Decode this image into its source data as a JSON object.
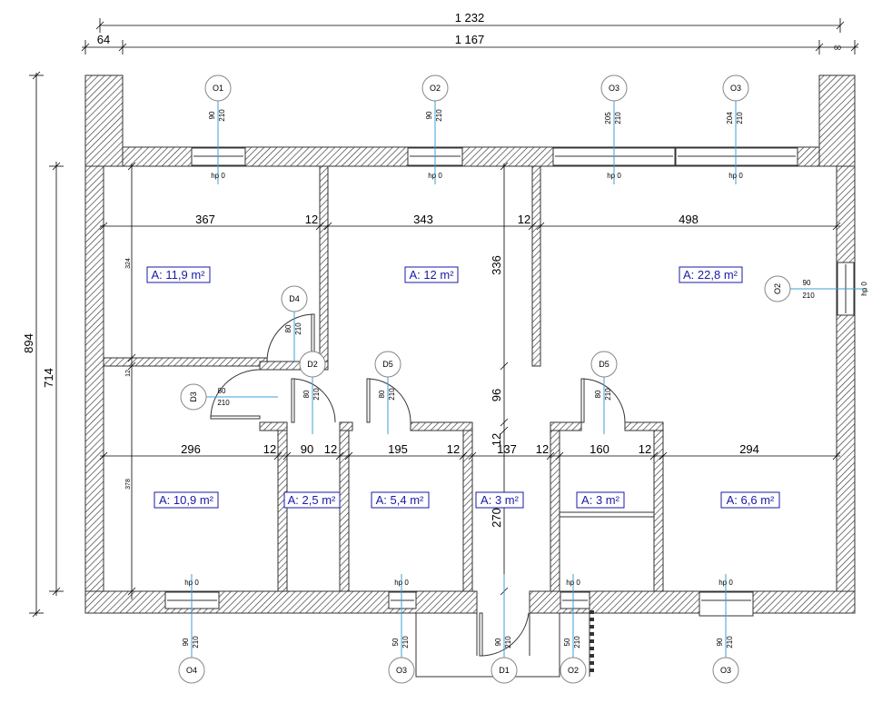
{
  "dimensions": {
    "overall_width": "1 232",
    "inner_width": "1 167",
    "left_wall": "64",
    "right_wall": "60",
    "overall_height": "894",
    "inner_height": "714",
    "top_rooms": [
      "367",
      "12",
      "343",
      "12",
      "498"
    ],
    "bottom_rooms": [
      "296",
      "12",
      "90",
      "12",
      "195",
      "12",
      "137",
      "12",
      "160",
      "12",
      "294"
    ],
    "corridor_upper": "336",
    "corridor_mid": "96",
    "corridor_wall": "12",
    "corridor_lower": "270",
    "left_room_top": "324",
    "left_wall_mid": "12",
    "left_room_bottom": "378"
  },
  "areas": [
    "A: 11,9 m²",
    "A: 12 m²",
    "A: 22,8 m²",
    "A: 10,9 m²",
    "A: 2,5 m²",
    "A: 5,4 m²",
    "A: 3 m²",
    "A: 3 m²",
    "A: 6,6 m²"
  ],
  "windows_top": [
    {
      "id": "O1",
      "w": "90",
      "h": "210",
      "hp": "hp 0"
    },
    {
      "id": "O2",
      "w": "90",
      "h": "210",
      "hp": "hp 0"
    },
    {
      "id": "O3",
      "w": "205",
      "h": "210",
      "hp": "hp 0"
    },
    {
      "id": "O3",
      "w": "204",
      "h": "210",
      "hp": "hp 0"
    }
  ],
  "window_right": {
    "id": "O2",
    "w": "90",
    "h": "210",
    "hp": "hp 0"
  },
  "windows_bottom": [
    {
      "id": "O4",
      "w": "90",
      "h": "210",
      "hp": "hp 0"
    },
    {
      "id": "O3",
      "w": "50",
      "h": "210",
      "hp": "hp 0"
    },
    {
      "id": "D1",
      "w": "90",
      "h": "210"
    },
    {
      "id": "O2",
      "w": "50",
      "h": "210",
      "hp": "hp 0"
    },
    {
      "id": "O3",
      "w": "90",
      "h": "210",
      "hp": "hp 0"
    }
  ],
  "doors": [
    {
      "id": "D4",
      "w": "80",
      "h": "210"
    },
    {
      "id": "D2",
      "w": "80",
      "h": "210"
    },
    {
      "id": "D3",
      "w": "80",
      "h": "210"
    },
    {
      "id": "D5",
      "w": "80",
      "h": "210"
    },
    {
      "id": "D5",
      "w": "80",
      "h": "210"
    }
  ]
}
